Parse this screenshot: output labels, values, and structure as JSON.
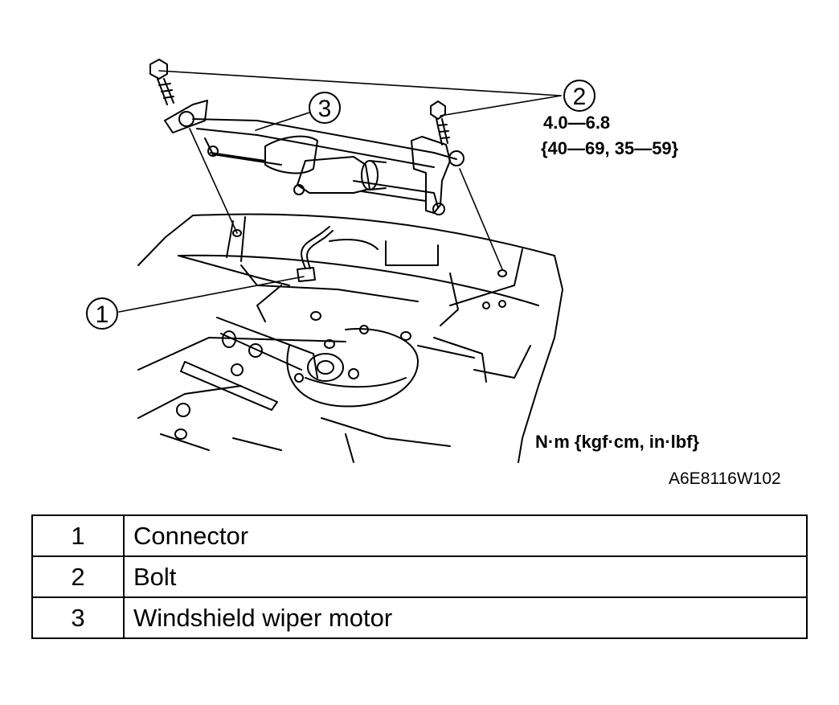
{
  "callouts": [
    {
      "number": "1"
    },
    {
      "number": "2"
    },
    {
      "number": "3"
    }
  ],
  "torque": {
    "value": "4.0—6.8",
    "alt_units": "{40—69, 35—59}",
    "units_label": "N·m {kgf·cm, in·lbf}"
  },
  "figure_code": "A6E8116W102",
  "legend": [
    {
      "number": "1",
      "name": "Connector"
    },
    {
      "number": "2",
      "name": "Bolt"
    },
    {
      "number": "3",
      "name": "Windshield wiper motor"
    }
  ]
}
